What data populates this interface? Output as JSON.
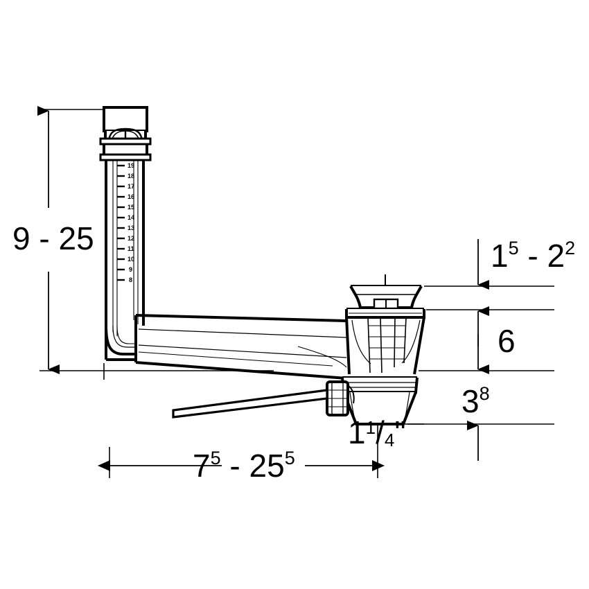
{
  "drawing": {
    "title": "Bottle trap with telescopic extension - dimensioned side elevation",
    "background_color": "#ffffff",
    "line_color": "#000000",
    "units_note": "",
    "dimensions": {
      "vertical_left": {
        "name": "telescopic-tube-height",
        "value": "9 - 25",
        "parts": [
          {
            "base": "9",
            "sup": ""
          },
          {
            "sep": " - "
          },
          {
            "base": "25",
            "sup": ""
          }
        ]
      },
      "vertical_top_right": {
        "name": "overflow-cap-height",
        "value": "1⁵ - 2²",
        "parts": [
          {
            "base": "1",
            "sup": "5"
          },
          {
            "sep": " - "
          },
          {
            "base": "2",
            "sup": "2"
          }
        ]
      },
      "vertical_mid_right": {
        "name": "trap-body-height",
        "value": "6",
        "parts": [
          {
            "base": "6",
            "sup": ""
          }
        ]
      },
      "vertical_low_right": {
        "name": "outlet-drop-height",
        "value": "3⁸",
        "parts": [
          {
            "base": "3",
            "sup": "8"
          }
        ]
      },
      "horizontal_bottom": {
        "name": "horizontal-reach",
        "value": "7⁵ - 25⁵",
        "parts": [
          {
            "base": "7",
            "sup": "5"
          },
          {
            "sep": " - "
          },
          {
            "base": "25",
            "sup": "5"
          }
        ]
      },
      "outlet_thread": {
        "name": "outlet-thread-size",
        "value": "1¹/₄\"",
        "whole": "1",
        "numerator": "1",
        "denominator": "4",
        "unit_mark": "\""
      }
    },
    "scale_ticks": {
      "name": "telescopic-tube-scale",
      "labels": [
        "19",
        "18",
        "17",
        "16",
        "15",
        "14",
        "13",
        "12",
        "11",
        "10",
        "9",
        "8"
      ]
    },
    "components": [
      {
        "name": "telescopic-vertical-tube",
        "label": "Telescopic vertical overflow tube"
      },
      {
        "name": "tube-top-cap",
        "label": "Top cap"
      },
      {
        "name": "tube-collar-nut",
        "label": "Collar nut"
      },
      {
        "name": "elbow-bend",
        "label": "Elbow bend"
      },
      {
        "name": "horizontal-pipe",
        "label": "Horizontal connecting pipe"
      },
      {
        "name": "overflow-cap",
        "label": "Overflow cap"
      },
      {
        "name": "trap-body",
        "label": "Trap body"
      },
      {
        "name": "outlet-spigot",
        "label": "Outlet spigot"
      },
      {
        "name": "pull-rod",
        "label": "Pull rod"
      },
      {
        "name": "rod-nut",
        "label": "Rod clamping nut"
      }
    ]
  }
}
